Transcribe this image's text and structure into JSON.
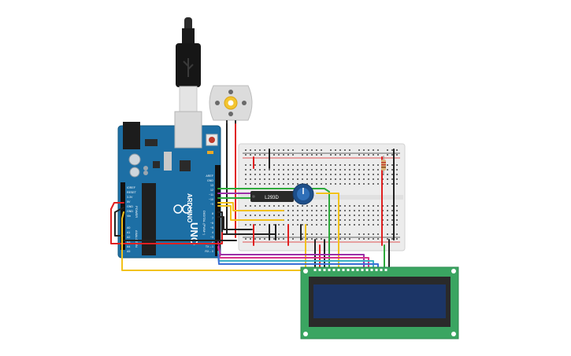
{
  "board": {
    "name": "UNO",
    "brand": "ARDUINO",
    "header_left": [
      "IOREF",
      "RESET",
      "3.3V",
      "5V",
      "GND",
      "GND",
      "Vin"
    ],
    "analog_labels": [
      "A0",
      "A1",
      "A2",
      "A3",
      "A4",
      "A5"
    ],
    "power_label": "POWER",
    "analog_in_label": "ANALOG IN",
    "digital_label": "DIGITAL (PWM~)",
    "digital_pins": [
      "AREF",
      "GND",
      "13",
      "12",
      "~11",
      "~10",
      "~9",
      "8",
      "7",
      "~6",
      "~5",
      "4",
      "~3",
      "2",
      "TX→1",
      "RX←0"
    ]
  },
  "chip": {
    "label": "L293D"
  },
  "lcd": {
    "pin_count": 16
  },
  "colors": {
    "board": "#1d6fa5",
    "breadboard": "#ececec",
    "lcd_pcb": "#3aa561",
    "lcd_screen": "#1c3566",
    "wire_red": "#e02020",
    "wire_black": "#222222",
    "wire_yellow": "#f2c21a",
    "wire_green": "#2eaa3c",
    "wire_purple": "#9b2fa8",
    "wire_pink": "#d6338a",
    "wire_teal": "#39b3c6",
    "wire_blue": "#3a6fd6"
  }
}
